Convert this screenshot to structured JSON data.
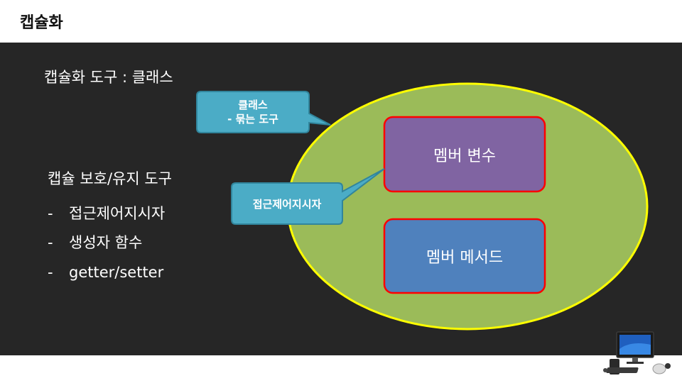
{
  "slide": {
    "title": "캡슐화",
    "heading": "캡슐화 도구 : 클래스",
    "protection": {
      "title": "캡슐 보호/유지 도구",
      "bullets": [
        {
          "dash": "-",
          "text": "접근제어지시자"
        },
        {
          "dash": "-",
          "text": "생성자 함수"
        },
        {
          "dash": "-",
          "text": "getter/setter"
        }
      ]
    }
  },
  "diagram": {
    "member_variable": "멤버 변수",
    "member_method": "멤버 메서드",
    "callout_class": {
      "line1": "클래스",
      "line2": "- 묶는 도구"
    },
    "callout_access": "접근제어지시자"
  },
  "colors": {
    "panel": "#262626",
    "ellipse_fill": "#9bbb59",
    "ellipse_stroke": "#ffff00",
    "member_var_fill": "#8064a2",
    "member_method_fill": "#4f81bd",
    "box_stroke": "#ff0000",
    "callout_fill": "#4bacc6"
  },
  "icons": {
    "computer": "computer-icon"
  }
}
